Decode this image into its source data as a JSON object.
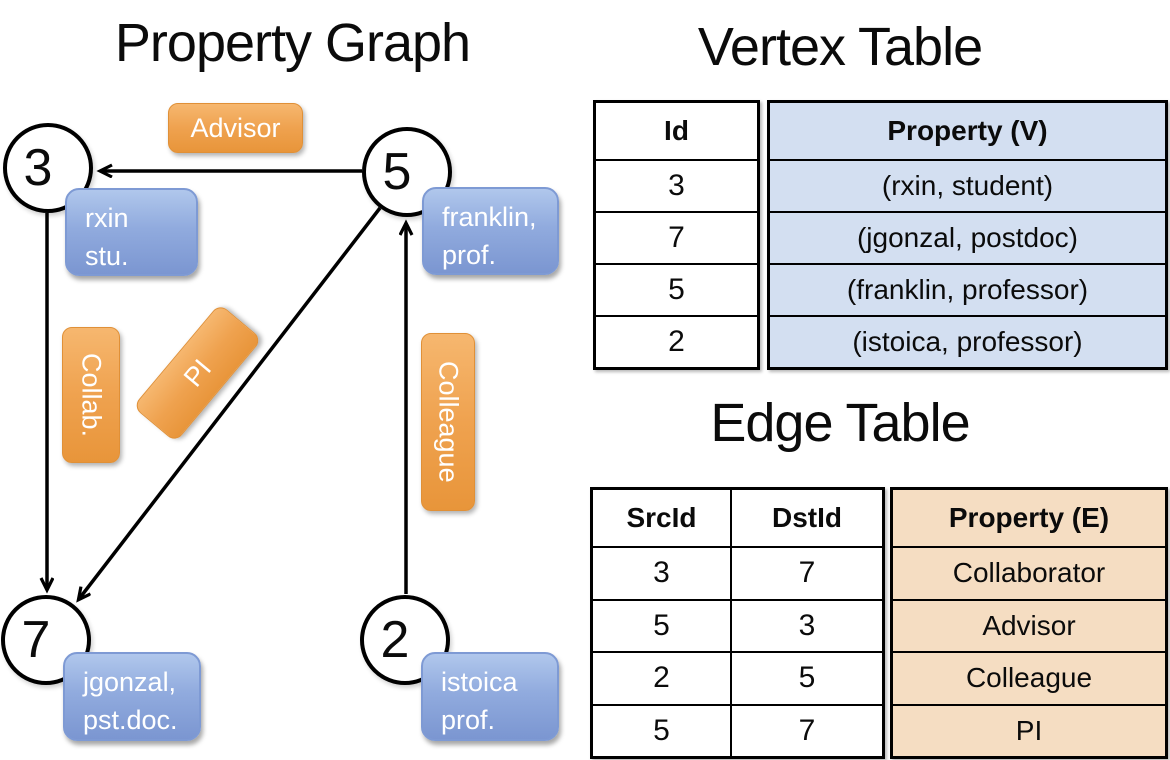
{
  "titles": {
    "property_graph": "Property Graph",
    "vertex_table": "Vertex Table",
    "edge_table": "Edge Table"
  },
  "graph": {
    "nodes": [
      {
        "id": "3",
        "property_lines": [
          "rxin",
          "stu."
        ]
      },
      {
        "id": "5",
        "property_lines": [
          "franklin,",
          "prof."
        ]
      },
      {
        "id": "7",
        "property_lines": [
          "jgonzal,",
          "pst.doc."
        ]
      },
      {
        "id": "2",
        "property_lines": [
          "istoica",
          "prof."
        ]
      }
    ],
    "edge_labels": {
      "advisor": "Advisor",
      "collab": "Collab.",
      "pi": "PI",
      "colleague": "Colleague"
    }
  },
  "vertex_table": {
    "headers": {
      "id": "Id",
      "property": "Property (V)"
    },
    "rows": [
      {
        "id": "3",
        "property": "(rxin, student)"
      },
      {
        "id": "7",
        "property": "(jgonzal, postdoc)"
      },
      {
        "id": "5",
        "property": "(franklin, professor)"
      },
      {
        "id": "2",
        "property": "(istoica, professor)"
      }
    ]
  },
  "edge_table": {
    "headers": {
      "src": "SrcId",
      "dst": "DstId",
      "property": "Property (E)"
    },
    "rows": [
      {
        "src": "3",
        "dst": "7",
        "property": "Collaborator"
      },
      {
        "src": "5",
        "dst": "3",
        "property": "Advisor"
      },
      {
        "src": "2",
        "dst": "5",
        "property": "Colleague"
      },
      {
        "src": "5",
        "dst": "7",
        "property": "PI"
      }
    ]
  },
  "colors": {
    "edge_label_orange": "#EFA24F",
    "vertex_box_blue": "#8BA7DC",
    "vertex_table_fill": "#D3DFF1",
    "edge_table_fill": "#F5DDC2",
    "line_black": "#000000"
  }
}
